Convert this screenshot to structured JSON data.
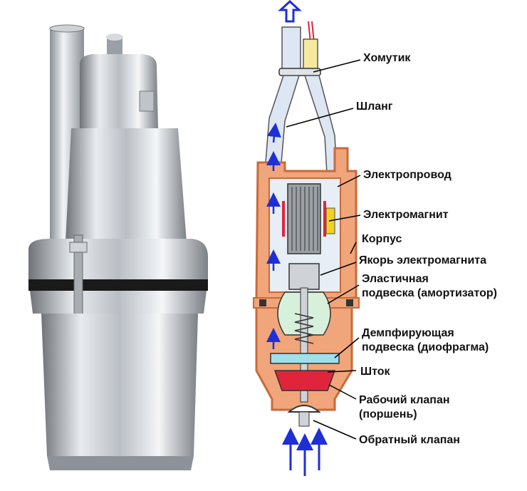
{
  "labels": {
    "clamp": "Хомутик",
    "hose": "Шланг",
    "wire": "Электропровод",
    "electromagnet": "Электромагнит",
    "housing": "Корпус",
    "armature": "Якорь электромагнита",
    "elastic_line1": "Эластичная",
    "elastic_line2": "подвеска (амортизатор)",
    "damping_line1": "Демпфирующая",
    "damping_line2": "подвеска (диофрагма)",
    "rod": "Шток",
    "working_valve_line1": "Рабочий клапан",
    "working_valve_line2": "(поршень)",
    "check_valve": "Обратный клапан"
  },
  "colors": {
    "housing": "#c86a3a",
    "housing_fill": "#f0a57a",
    "flow_arrow": "#1f2fd6",
    "hose": "#dde6f2",
    "red_valve": "#e0243c",
    "leader": "#000000"
  },
  "icons": {
    "pump_photo": "vibration-pump-photo",
    "outflow_arrow": "hollow-up-arrow-icon",
    "inflow_arrows": "up-arrow-icon"
  }
}
